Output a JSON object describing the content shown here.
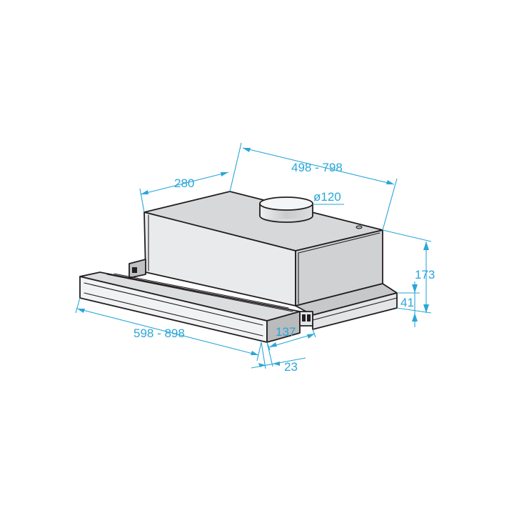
{
  "colors": {
    "background": "#ffffff",
    "outline": "#231f20",
    "dimension": "#2aa6d8",
    "body_fill": "#e9eaeb",
    "top_fill": "#d6d8da",
    "side_fill": "#cfd1d3",
    "rail_fill": "#c6c8ca"
  },
  "dimensions": {
    "width_ext": "498 - 798",
    "depth_body": "280",
    "duct": "ø120",
    "height_total": "173",
    "height_front": "41",
    "depth_front": "137",
    "front_thickness": "23",
    "width_front": "598 - 898"
  }
}
